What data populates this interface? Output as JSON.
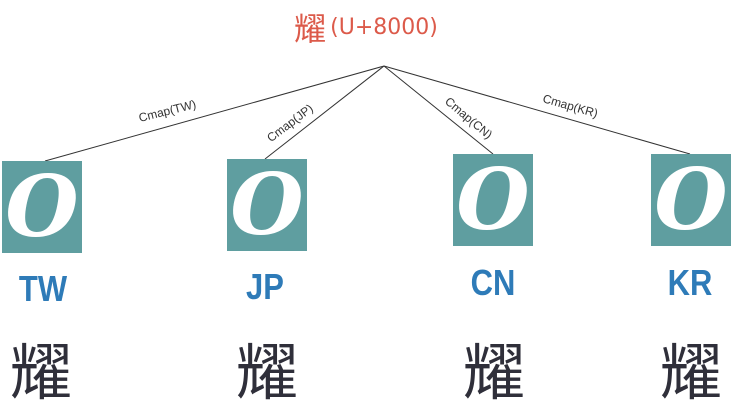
{
  "root": {
    "char": "耀",
    "codepoint": "(U+8000)",
    "color": "#dc5a4a"
  },
  "icon_glyph": "O",
  "icon_color": "#5f9ea0",
  "label_color": "#2e7bb8",
  "regions": [
    {
      "id": "tw",
      "edge_label": "Cmap(TW)",
      "label": "TW",
      "glyph": "耀"
    },
    {
      "id": "jp",
      "edge_label": "Cmap(JP)",
      "label": "JP",
      "glyph": "耀"
    },
    {
      "id": "cn",
      "edge_label": "Cmap(CN)",
      "label": "CN",
      "glyph": "耀"
    },
    {
      "id": "kr",
      "edge_label": "Cmap(KR)",
      "label": "KR",
      "glyph": "耀"
    }
  ]
}
